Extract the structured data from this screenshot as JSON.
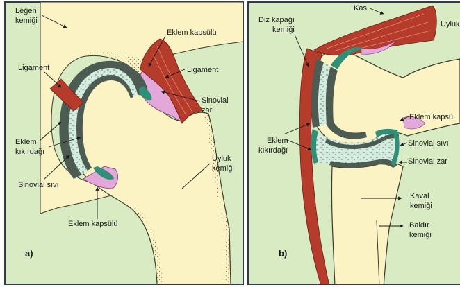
{
  "colors": {
    "panel_background": "#d8ebc3",
    "panel_border": "#2e3b4a",
    "bone": "#fbf3c4",
    "cartilage": "#4c5c52",
    "synovial_fluid": "#d4ece0",
    "synovial_membrane": "#2f8f77",
    "capsule": "#e2a8d9",
    "ligament_muscle": "#b53b2b"
  },
  "panel_a": {
    "letter": "a)",
    "labels": {
      "hip_bone_line1": "Leğen",
      "hip_bone_line2": "kemiği",
      "ligament_left": "Ligament",
      "cartilage_line1": "Eklem",
      "cartilage_line2": "kıkırdağı",
      "synovial_fluid": "Sinovial sıvı",
      "capsule_bottom": "Eklem kapsülü",
      "capsule_top": "Eklem kapsülü",
      "ligament_right": "Ligament",
      "synovial_membrane_line1": "Sinovial",
      "synovial_membrane_line2": "zar",
      "femur_line1": "Uyluk",
      "femur_line2": "kemiği"
    }
  },
  "panel_b": {
    "letter": "b)",
    "labels": {
      "muscle": "Kas",
      "patella_line1": "Diz kapağı",
      "patella_line2": "kemiği",
      "thigh": "Uyluk",
      "cartilage_line1": "Eklem",
      "cartilage_line2": "kıkırdağı",
      "capsule": "Eklem kapsü",
      "synovial_fluid": "Sinovial sıvı",
      "synovial_membrane": "Sinovial zar",
      "tibia_line1": "Kaval",
      "tibia_line2": "kemiği",
      "fibula_line1": "Baldır",
      "fibula_line2": "kemiği"
    }
  }
}
